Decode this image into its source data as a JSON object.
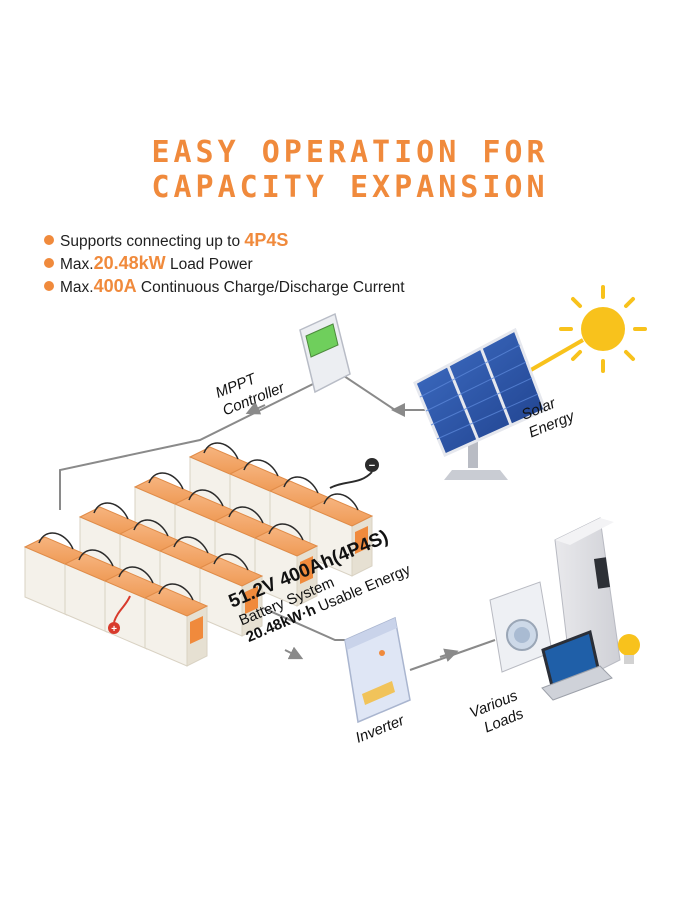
{
  "title": {
    "line1": "EASY OPERATION FOR",
    "line2": "CAPACITY EXPANSION"
  },
  "features": [
    {
      "prefix": "Supports connecting up to ",
      "highlight": "4P4S",
      "suffix": ""
    },
    {
      "prefix": "Max.",
      "highlight": "20.48kW",
      "suffix": " Load Power"
    },
    {
      "prefix": "Max.",
      "highlight": "400A",
      "suffix": " Continuous Charge/Discharge Current"
    }
  ],
  "labels": {
    "mppt_line1": "MPPT",
    "mppt_line2": "Controller",
    "solar_line1": "Solar",
    "solar_line2": "Energy",
    "inverter": "Inverter",
    "loads_line1": "Various",
    "loads_line2": "Loads"
  },
  "battery_system": {
    "spec": "51.2V 400Ah(4P4S)",
    "type": "Battery System",
    "energy_value": "20.48kW·h",
    "energy_label": " Usable Energy"
  },
  "terminals": {
    "negative": "−",
    "positive": "+"
  },
  "colors": {
    "accent": "#f08a3c",
    "battery_body": "#f4f1ea",
    "battery_top": "#f2a368",
    "line": "#8a8a8a",
    "sun": "#f8c21c"
  }
}
